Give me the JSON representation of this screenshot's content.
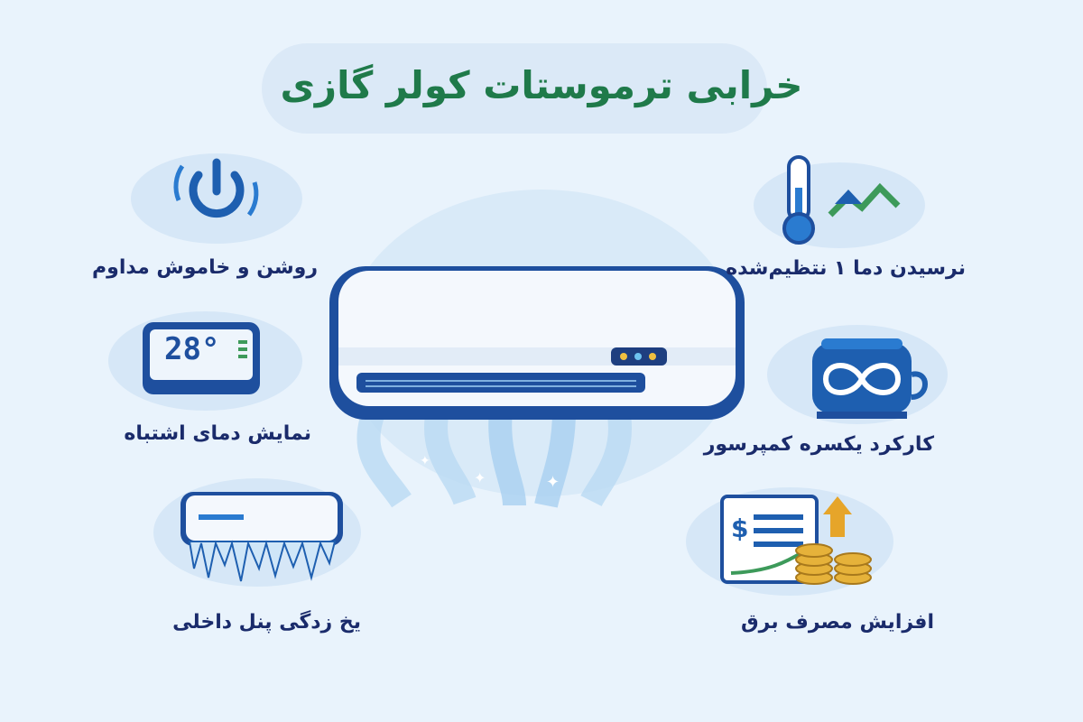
{
  "title": "خرابی ترموستات کولر گازی",
  "colors": {
    "background": "#e9f3fc",
    "title": "#1f7a4a",
    "label": "#1a2b6b",
    "accent_blue": "#1e5fb0",
    "green": "#3d9a5a",
    "gold": "#e6b23a"
  },
  "left_items": [
    {
      "label": "روشن و خاموش مداوم",
      "icon": "power-cycle-icon"
    },
    {
      "label": "نمایش دمای اشتباه",
      "icon": "thermostat-display-icon",
      "display_value": "28°"
    },
    {
      "label": "یخ زدگی پنل داخلی",
      "icon": "frozen-ac-icon"
    }
  ],
  "right_items": [
    {
      "label": "نرسیدن دما ۱ نتظیم‌شده",
      "icon": "thermometer-icon"
    },
    {
      "label": "کارکرد یکسره کمپرسور",
      "icon": "compressor-icon"
    },
    {
      "label": "افزایش مصرف برق",
      "icon": "electric-bill-icon"
    }
  ],
  "center": {
    "icon": "air-conditioner-icon"
  }
}
